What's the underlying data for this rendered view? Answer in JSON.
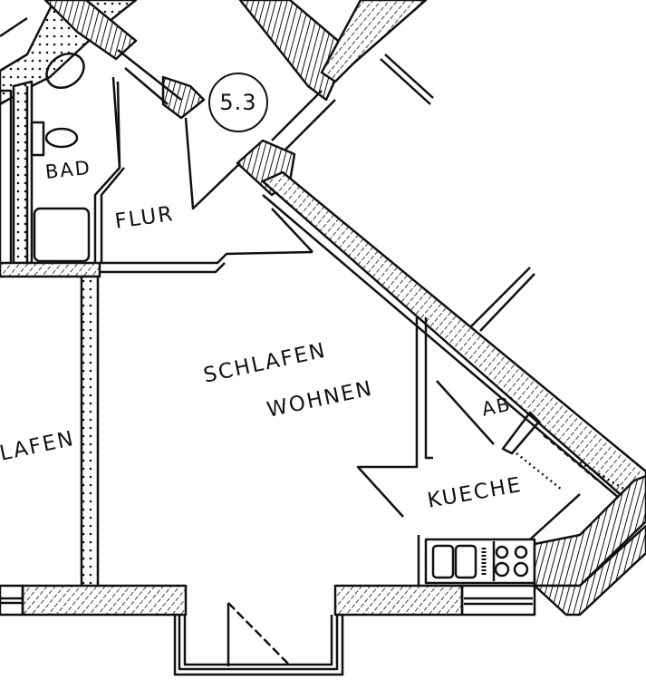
{
  "plan": {
    "type": "architectural floor plan",
    "unit_label": "5.3",
    "colors": {
      "line": "#111111",
      "background": "#ffffff"
    },
    "rooms": [
      {
        "id": "bad",
        "label": "BAD"
      },
      {
        "id": "flur",
        "label": "FLUR"
      },
      {
        "id": "schlafen_wohnen_1",
        "label": "SCHLAFEN"
      },
      {
        "id": "schlafen_wohnen_2",
        "label": "WOHNEN"
      },
      {
        "id": "schlafen_left",
        "label": "LAFEN"
      },
      {
        "id": "ab",
        "label": "AB"
      },
      {
        "id": "kueche",
        "label": "KUECHE"
      }
    ]
  }
}
